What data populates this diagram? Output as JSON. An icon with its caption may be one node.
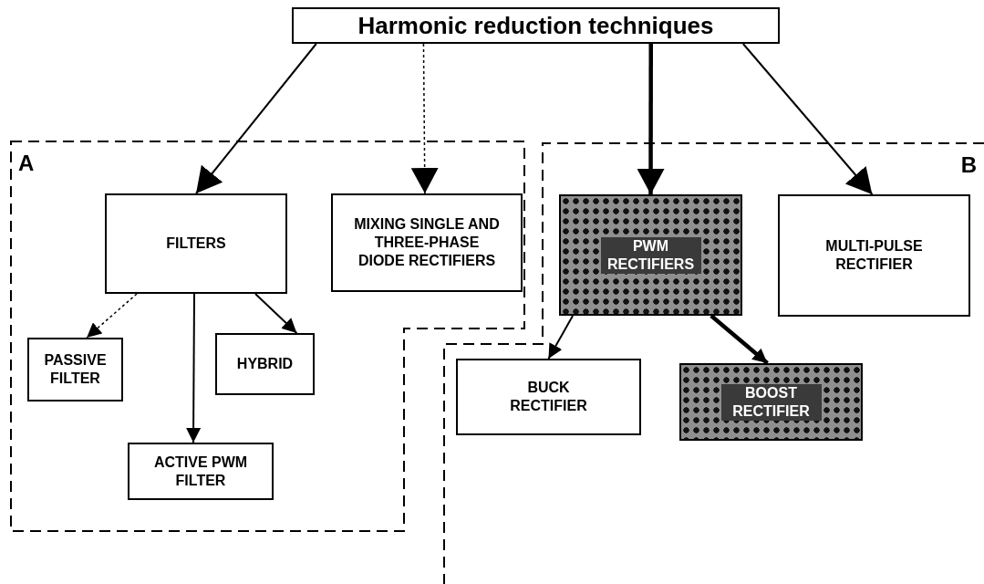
{
  "diagram": {
    "nodes": [
      {
        "text": [
          "Harmonic reduction techniques"
        ]
      },
      {
        "text": [
          "A"
        ]
      },
      {
        "text": [
          "FILTERS"
        ],
        "in": 1
      },
      {
        "text": [
          "MIXING SINGLE AND THREE-PHASE DIODE RECTIFIERS"
        ],
        "in": 1
      },
      {
        "text": [
          "B"
        ]
      },
      {
        "text": [
          "PWM RECTIFIERS"
        ],
        "in": 4
      },
      {
        "text": [
          "MULTI-PULSE RECTIFIER"
        ],
        "in": 4
      },
      {
        "text": [
          "PASSIVE FILTER"
        ],
        "in": 1
      },
      {
        "text": [
          "HYBRID"
        ],
        "in": 1
      },
      {
        "text": [
          "ACTIVE PWM FILTER"
        ],
        "in": 1
      },
      {
        "text": [
          "BUCK RECTIFIER"
        ],
        "in": 4
      },
      {
        "text": [
          "BOOST RECTIFIER"
        ],
        "in": 4
      }
    ],
    "edges": [
      {
        "from": 0,
        "to": 2,
        "arrow": "to"
      },
      {
        "from": 0,
        "to": 3,
        "arrow": "to",
        "style": "dashed"
      },
      {
        "from": 0,
        "to": 5,
        "arrow": "to",
        "style": "thick"
      },
      {
        "from": 0,
        "to": 6,
        "arrow": "to"
      },
      {
        "from": 2,
        "to": 7,
        "arrow": "to",
        "style": "dashed"
      },
      {
        "from": 2,
        "to": 8,
        "arrow": "to"
      },
      {
        "from": 2,
        "to": 9,
        "arrow": "to"
      },
      {
        "from": 5,
        "to": 10,
        "arrow": "to"
      },
      {
        "from": 5,
        "to": 11,
        "arrow": "to",
        "style": "thick"
      }
    ]
  }
}
